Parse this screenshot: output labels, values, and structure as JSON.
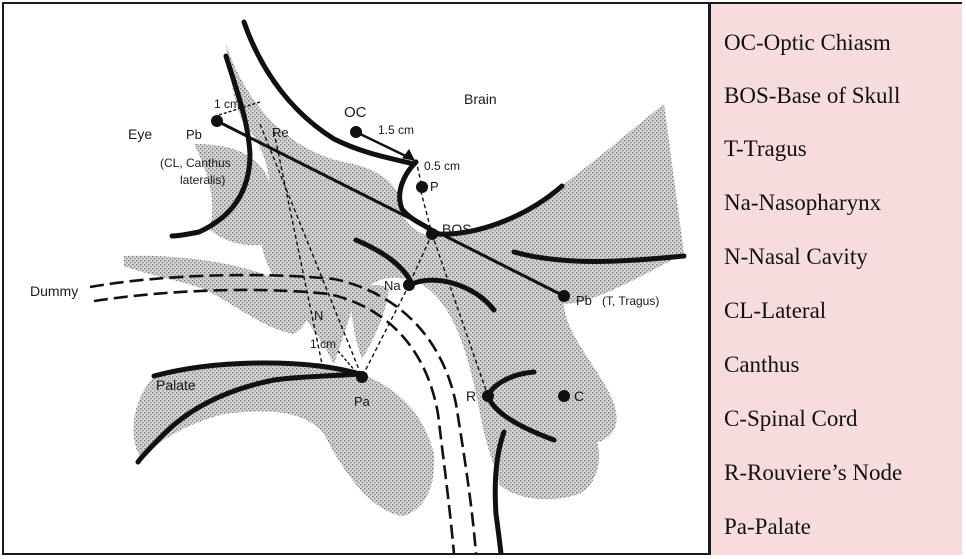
{
  "colors": {
    "legend_background": "#f6dcdc",
    "tissue_fill": "#bdbdbd",
    "outline": "#111111"
  },
  "diagram": {
    "labels": {
      "brain": "Brain",
      "eye": "Eye",
      "oc": "OC",
      "pb_anterior": "Pb",
      "cl_line1": "(CL, Canthus",
      "cl_line2": "lateralis)",
      "re": "Re",
      "dist_1cm_top": "1 cm",
      "dist_15cm": "1.5 cm",
      "dist_05cm": "0.5 cm",
      "p": "P",
      "bos": "BOS",
      "dummy": "Dummy",
      "na": "Na",
      "pb_posterior": "Pb",
      "t_tragus": "(T, Tragus)",
      "n": "N",
      "dist_1cm_bottom": "1 cm",
      "palate": "Palate",
      "pa": "Pa",
      "r": "R",
      "c": "C"
    }
  },
  "legend": {
    "items": [
      "OC-Optic Chiasm",
      "BOS-Base of Skull",
      "T-Tragus",
      "Na-Nasopharynx",
      "N-Nasal Cavity",
      "CL-Lateral",
      "Canthus",
      "C-Spinal Cord",
      "R-Rouviere’s Node",
      "Pa-Palate"
    ]
  }
}
